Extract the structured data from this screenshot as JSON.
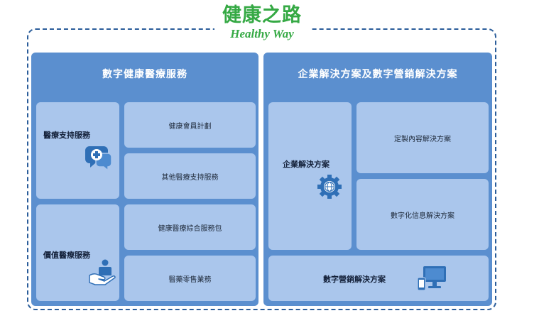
{
  "header": {
    "title_zh": "健康之路",
    "title_en": "Healthy Way"
  },
  "left_panel": {
    "title": "數字健康醫療服務",
    "categories": [
      {
        "label": "醫療支持服務",
        "icon": "medical-chat-icon",
        "items": [
          "健康會員計劃",
          "其他醫療支持服務"
        ]
      },
      {
        "label": "價值醫療服務",
        "icon": "hand-person-icon",
        "items": [
          "健康醫療綜合服務包",
          "醫藥零售業務"
        ]
      }
    ]
  },
  "right_panel": {
    "title": "企業解決方案及數字營銷解決方案",
    "categories": [
      {
        "label": "企業解決方案",
        "icon": "gear-globe-icon",
        "items": [
          "定製內容解決方案",
          "數字化信息解決方案"
        ]
      },
      {
        "label": "數字營銷解決方案",
        "icon": "devices-icon"
      }
    ]
  },
  "colors": {
    "title_green": "#35a944",
    "panel_blue": "#5b8fcf",
    "box_light_blue": "#aac6ec",
    "frame_dash": "#2b5d9a"
  }
}
